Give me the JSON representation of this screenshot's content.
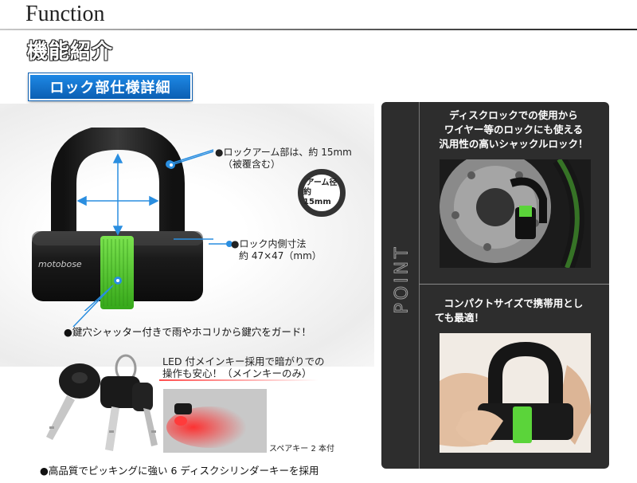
{
  "header": {
    "title": "Function",
    "subtitle": "機能紹介"
  },
  "spec_band": {
    "label": "ロック部仕様詳細"
  },
  "lock": {
    "brand": "motobose",
    "ring_line1": "アーム径",
    "ring_line2": "約 15mm",
    "note_arm_1": "●ロックアーム部は、約 15mm",
    "note_arm_2": "（被覆含む）",
    "note_inner_1": "●ロック内側寸法",
    "note_inner_2": "約 47×47（mm）",
    "note_shutter": "●鍵穴シャッター付きで雨やホコリから鍵穴をガード！"
  },
  "keys": {
    "led_note_1": "LED 付メインキー採用で暗がりでの",
    "led_note_2": "操作も安心！（メインキーのみ）",
    "spare_note": "スペアキー 2 本付",
    "cylinder_note": "●高品質でピッキングに強い 6 ディスクシリンダーキーを採用"
  },
  "point": {
    "label": "POINT",
    "text1_line1": "ディスクロックでの使用から",
    "text1_line2": "ワイヤー等のロックにも使える",
    "text1_line3": "汎用性の高いシャックルロック！",
    "text2_line1": "コンパクトサイズで携帯用とし",
    "text2_line2": "ても最適！"
  },
  "colors": {
    "accent_green": "#5bd43a",
    "band_blue": "#1e88e5",
    "panel_dark": "#2d2d2d",
    "arrow_blue": "#2a8ee0"
  },
  "icons": [
    "lock-product-image",
    "key-set-image",
    "led-key-photo",
    "disc-lock-photo",
    "hand-holding-lock-photo"
  ]
}
